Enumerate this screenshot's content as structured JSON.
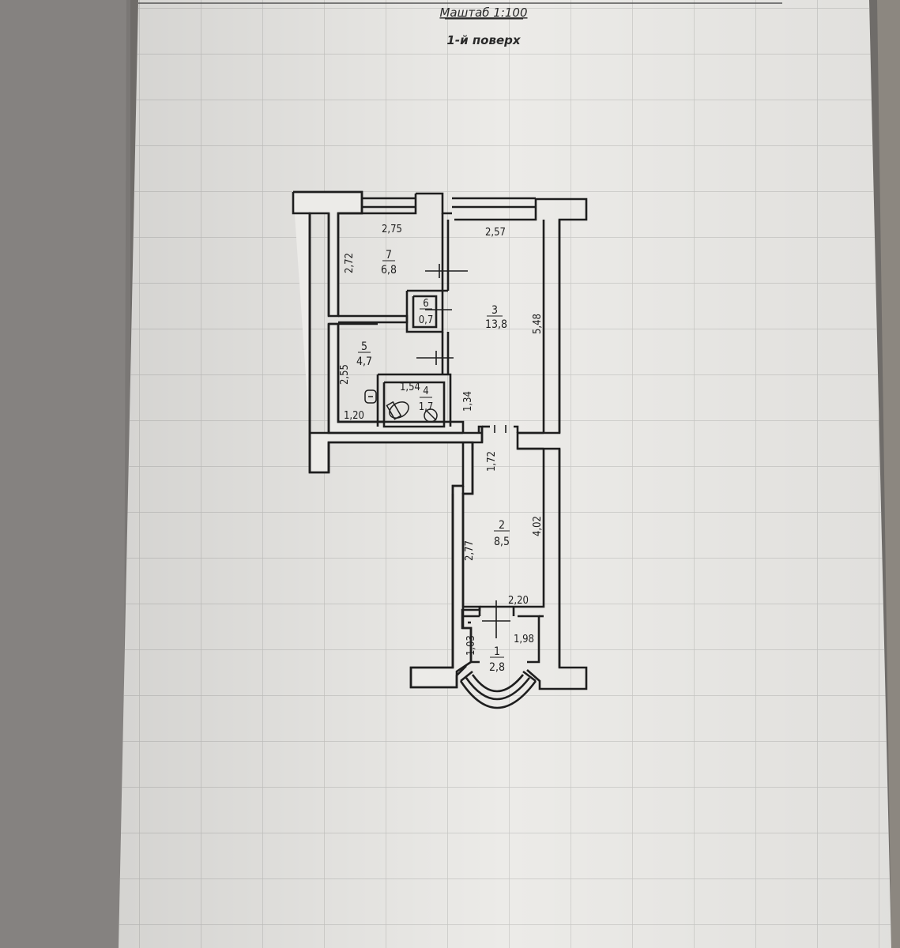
{
  "header": {
    "scale": "Маштаб 1:100",
    "floor": "1-й поверх"
  },
  "rooms": {
    "r7": {
      "number": "7",
      "area": "6,8"
    },
    "r6": {
      "number": "6",
      "area": "0,7"
    },
    "r3": {
      "number": "3",
      "area": "13,8"
    },
    "r5": {
      "number": "5",
      "area": "4,7"
    },
    "r4": {
      "number": "4",
      "area": "1,7"
    },
    "r2": {
      "number": "2",
      "area": "8,5"
    },
    "r1": {
      "number": "1",
      "area": "2,8"
    }
  },
  "dimensions": {
    "d275": "2,75",
    "d257": "2,57",
    "d272": "2,72",
    "d548": "5,48",
    "d255": "2,55",
    "d154": "1,54",
    "d134": "1,34",
    "d120": "1,20",
    "d172": "1,72",
    "d277": "2,77",
    "d402": "4,02",
    "d220": "2,20",
    "d103": "1,03",
    "d198": "1,98"
  },
  "colors": {
    "paper": "#ecebe8",
    "wall": "#1e1e1e",
    "grid": "#c9c9c6",
    "background": "#6f6c69"
  }
}
